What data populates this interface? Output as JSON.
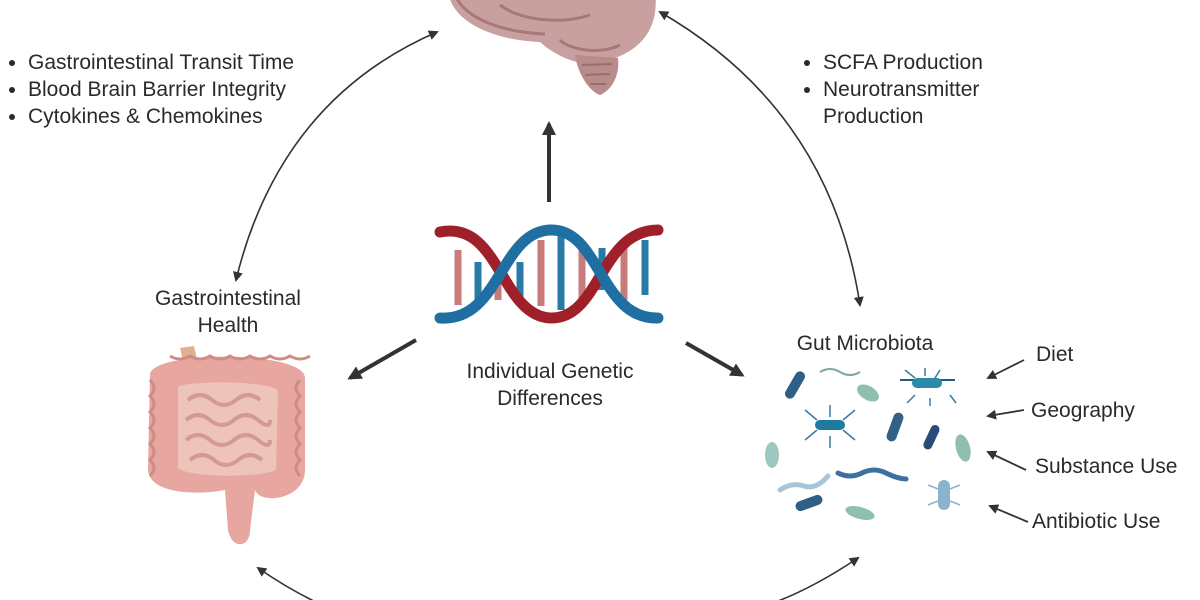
{
  "left_bullets": [
    "Gastrointestinal Transit Time",
    "Blood Brain Barrier Integrity",
    "Cytokines & Chemokines"
  ],
  "right_bullets": [
    "SCFA Production",
    "Neurotransmitter Production"
  ],
  "nodes": {
    "gi_line1": "Gastrointestinal",
    "gi_line2": "Health",
    "genetics_line1": "Individual Genetic",
    "genetics_line2": "Differences",
    "microbiota": "Gut Microbiota"
  },
  "factors": [
    "Diet",
    "Geography",
    "Substance Use",
    "Antibiotic Use"
  ]
}
